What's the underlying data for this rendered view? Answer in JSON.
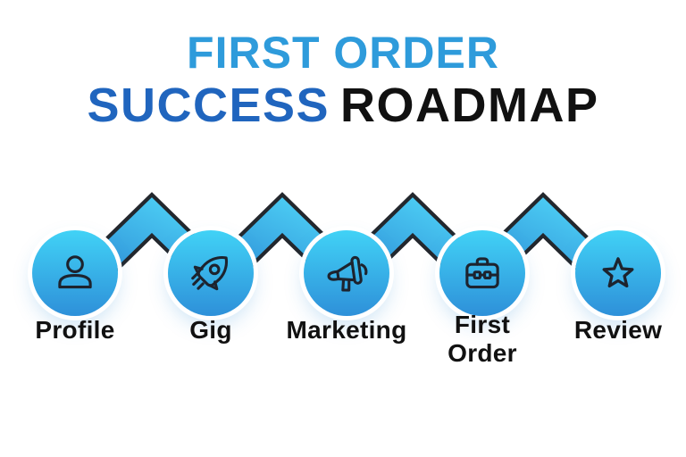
{
  "title": {
    "line1": "FIRST ORDER",
    "line2_accent": "SUCCESS",
    "line2_rest": "ROADMAP"
  },
  "steps": [
    {
      "label": "Profile",
      "icon": "user-icon"
    },
    {
      "label": "Gig",
      "icon": "rocket-icon"
    },
    {
      "label": "Marketing",
      "icon": "megaphone-icon"
    },
    {
      "label": "First Order",
      "icon": "briefcase-icon"
    },
    {
      "label": "Review",
      "icon": "star-icon"
    }
  ],
  "colors": {
    "accent_light": "#2E9BDB",
    "accent_dark": "#2065BE",
    "ink": "#111111",
    "circle_top": "#41D2F6",
    "circle_bottom": "#2E90D9",
    "chev_light": "#4FD4F7",
    "chev_deep": "#2A86D3",
    "outline": "#23272D"
  }
}
